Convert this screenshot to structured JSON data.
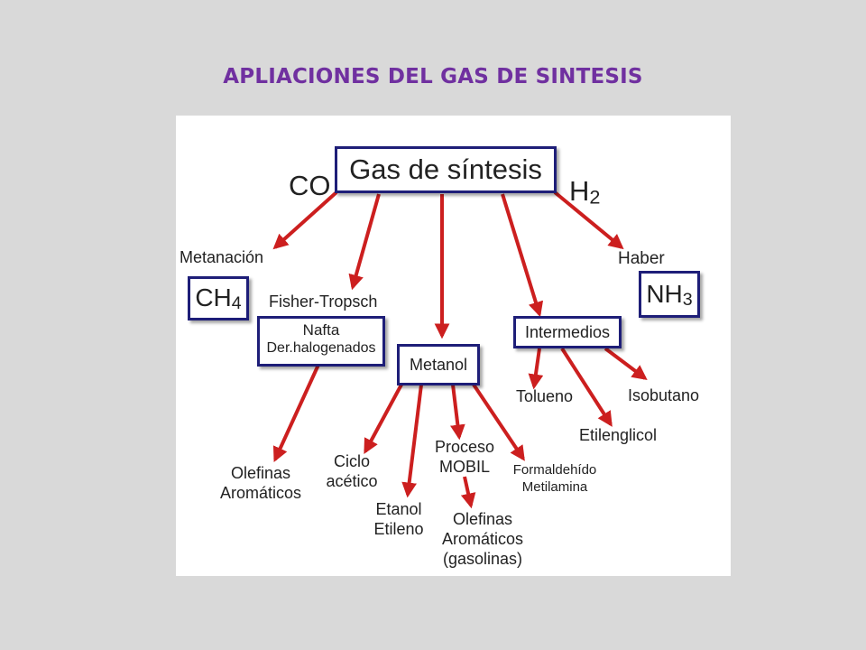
{
  "slide": {
    "title": "APLIACIONES DEL GAS DE SINTESIS"
  },
  "diagram": {
    "root": "Gas de síntesis",
    "co_label": "CO",
    "h2_label": {
      "base": "H",
      "sub": "2"
    },
    "metanacion": "Metanación",
    "ch4": {
      "base": "CH",
      "sub": "4"
    },
    "fisher": "Fisher-Tropsch",
    "nafta": {
      "title": "Nafta",
      "subtitle": "Der.halogenados"
    },
    "metanol": "Metanol",
    "intermedios": "Intermedios",
    "haber": "Haber",
    "nh3": {
      "base": "NH",
      "sub": "3"
    },
    "olefinas_1": [
      "Olefinas",
      "Aromáticos"
    ],
    "ciclo": [
      "Ciclo",
      "acético"
    ],
    "etanol": [
      "Etanol",
      "Etileno"
    ],
    "proceso": [
      "Proceso",
      "MOBIL"
    ],
    "olefinas_2": [
      "Olefinas",
      "Aromáticos",
      "(gasolinas)"
    ],
    "formaldehido": [
      "Formaldehído",
      "Metilamina"
    ],
    "tolueno": "Tolueno",
    "etilenglicol": "Etilenglicol",
    "isobutano": "Isobutano"
  },
  "colors": {
    "title": "#7030a0",
    "arrow": "#cc1f1f",
    "box_border": "#1e1e78"
  }
}
